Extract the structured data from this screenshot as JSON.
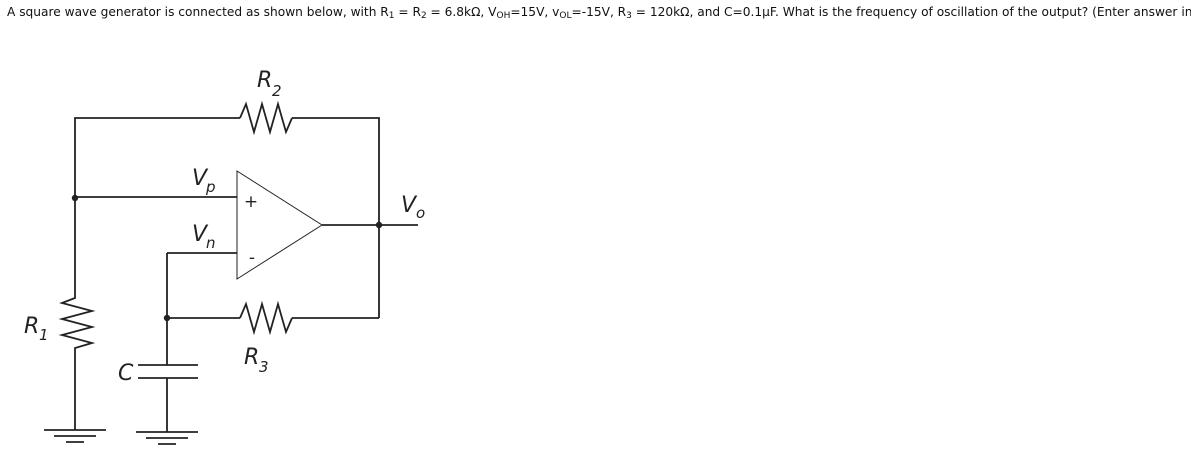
{
  "question": {
    "t1": "A square wave generator is connected as shown below, with R",
    "r1_sub": "1",
    "t2": " = R",
    "r2_sub": "2",
    "t3": " = 6.8kΩ, V",
    "voh_sub": "OH",
    "t4": "=15V, v",
    "vol_sub": "OL",
    "t5": "=-15V, R",
    "r3_sub": "3",
    "t6": " = 120kΩ, and C=0.1µF. What is the frequency of oscillation of the output? (Enter answer in Hz)"
  },
  "diagram": {
    "r2": {
      "main": "R",
      "sub": "2"
    },
    "r1": {
      "main": "R",
      "sub": "1"
    },
    "r3": {
      "main": "R",
      "sub": "3"
    },
    "cap": "C",
    "vp": {
      "main": "V",
      "sub": "p"
    },
    "vn": {
      "main": "V",
      "sub": "n"
    },
    "vo": {
      "main": "V",
      "sub": "o"
    },
    "plus": "+",
    "minus": "-"
  }
}
